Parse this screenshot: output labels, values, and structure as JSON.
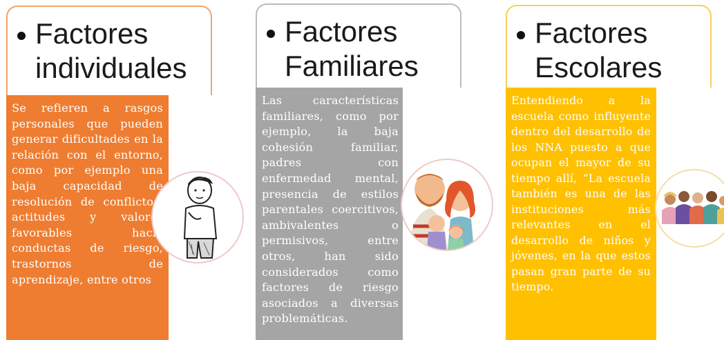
{
  "cards": [
    {
      "title_line1": "Factores",
      "title_line2": "individuales",
      "body": "Se refieren a rasgos personales que pueden generar dificultades en la relación con el entorno, como por ejemplo una baja capacidad de resolución de conflictos, actitudes y valores favorables hacia conductas de riesgo, trastornos de aprendizaje, entre otros",
      "image_icon": "boy-pointing-icon",
      "color": "#ee7d31"
    },
    {
      "title_line1": "Factores",
      "title_line2": "Familiares",
      "body": "Las características familiares, como por ejemplo, la baja cohesión familiar, padres con enfermedad mental, presencia de estilos parentales coercitivos, ambivalentes o permisivos, entre otros, han sido considerados como factores de riesgo asociados a diversas problemáticas.",
      "image_icon": "family-icon",
      "color": "#a5a5a5"
    },
    {
      "title_line1": "Factores",
      "title_line2": "Escolares",
      "body": "Entendiendo a la escuela como influyente dentro del desarrollo de los NNA puesto a que ocupan el mayor de su tiempo allí, “La escuela también es una de las instituciones más relevantes en el desarrollo de niños y jóvenes, en la que estos pasan gran parte de su tiempo.",
      "image_icon": "students-group-icon",
      "color": "#ffc000"
    }
  ]
}
